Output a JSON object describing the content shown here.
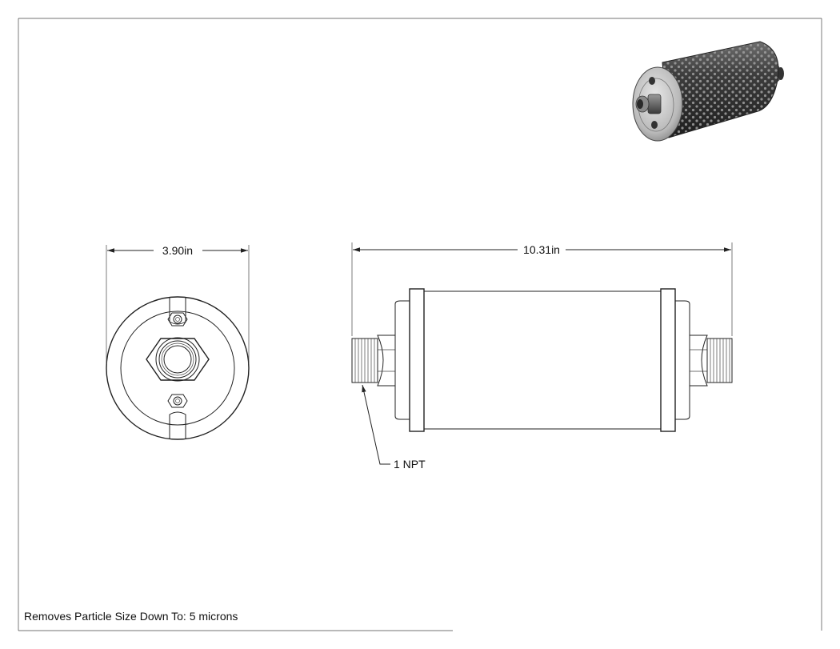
{
  "drawing": {
    "end_view_width": "3.90in",
    "side_view_length": "10.31in",
    "thread_callout": "1 NPT",
    "note": "Removes Particle Size Down To: 5 microns"
  }
}
